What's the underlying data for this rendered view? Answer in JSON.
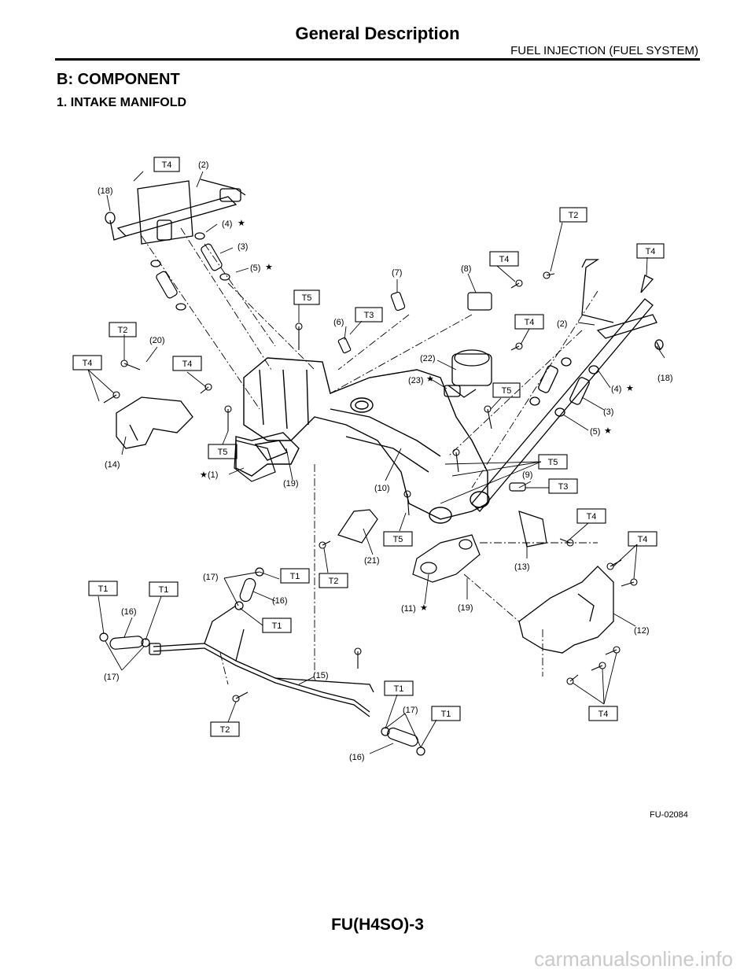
{
  "header": {
    "title": "General Description",
    "section": "FUEL INJECTION (FUEL SYSTEM)"
  },
  "section_title": "B:  COMPONENT",
  "subsection_title": "1.  INTAKE MANIFOLD",
  "figure": {
    "code": "FU-02084",
    "torque_boxes": [
      "T4",
      "T2",
      "T4",
      "T5",
      "T3",
      "T2",
      "T4",
      "T4",
      "T4",
      "T5",
      "T5",
      "T3",
      "T4",
      "T5",
      "T2",
      "T4",
      "T1",
      "T1",
      "T1",
      "T1",
      "T2",
      "T1",
      "T1",
      "T4",
      "T5"
    ],
    "callouts": [
      "(2)",
      "(18)",
      "(4)",
      "(3)",
      "(5)",
      "(7)",
      "(8)",
      "(6)",
      "(20)",
      "(2)",
      "(18)",
      "(22)",
      "(23)",
      "(4)",
      "(3)",
      "(5)",
      "(14)",
      "(1)",
      "(19)",
      "(10)",
      "(9)",
      "(13)",
      "(21)",
      "(17)",
      "(16)",
      "(11)",
      "(19)",
      "(16)",
      "(17)",
      "(12)",
      "(15)",
      "(17)",
      "(16)"
    ]
  },
  "footer": {
    "page_id": "FU(H4SO)-3"
  },
  "watermark": "carmanualsonline.info"
}
